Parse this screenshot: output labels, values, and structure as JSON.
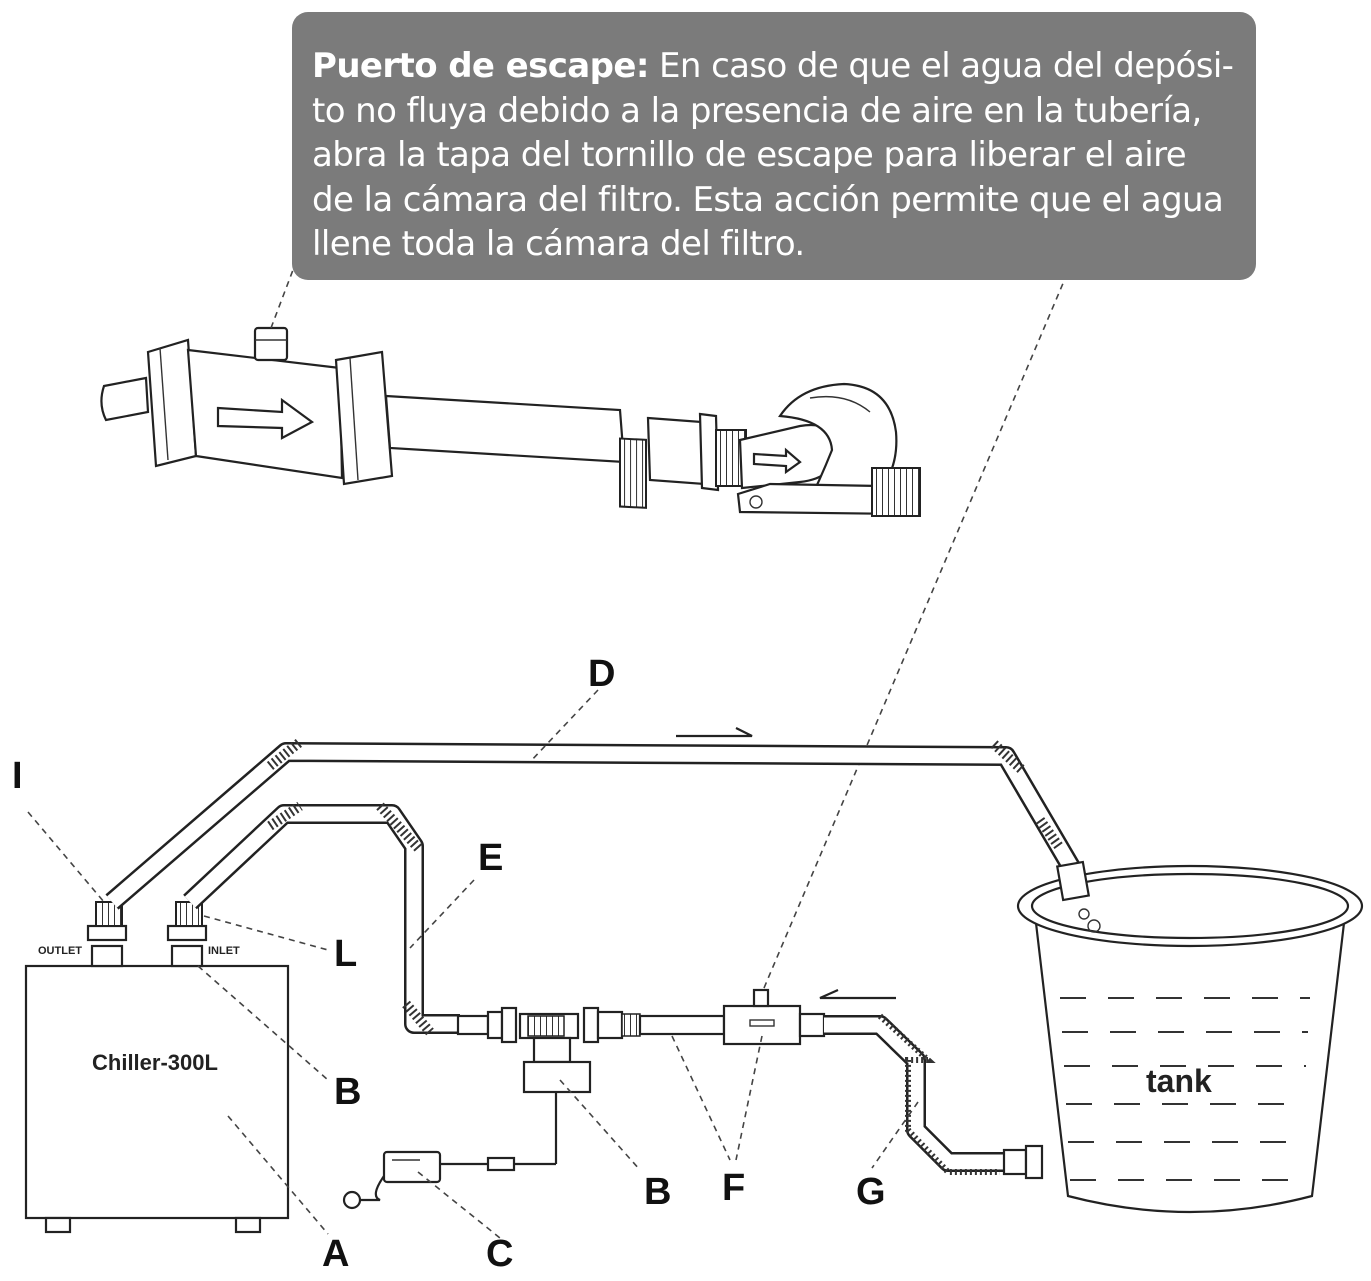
{
  "callout": {
    "bold_label": "Puerto de escape:",
    "text": " En caso de que el agua del depósi-to no fluya debido a la presencia de aire en la tubería, abra la tapa del tornillo de escape para liberar el aire de la cámara del filtro. Esta acción permite que el agua llene toda la cámara del filtro."
  },
  "chiller": {
    "name": "Chiller-300L",
    "outlet_label": "OUTLET",
    "inlet_label": "INLET"
  },
  "tank": {
    "name": "tank"
  },
  "labels": {
    "A": "A",
    "B_chiller": "B",
    "B_pump": "B",
    "C": "C",
    "D": "D",
    "E": "E",
    "F": "F",
    "G": "G",
    "I": "I",
    "L": "L"
  }
}
